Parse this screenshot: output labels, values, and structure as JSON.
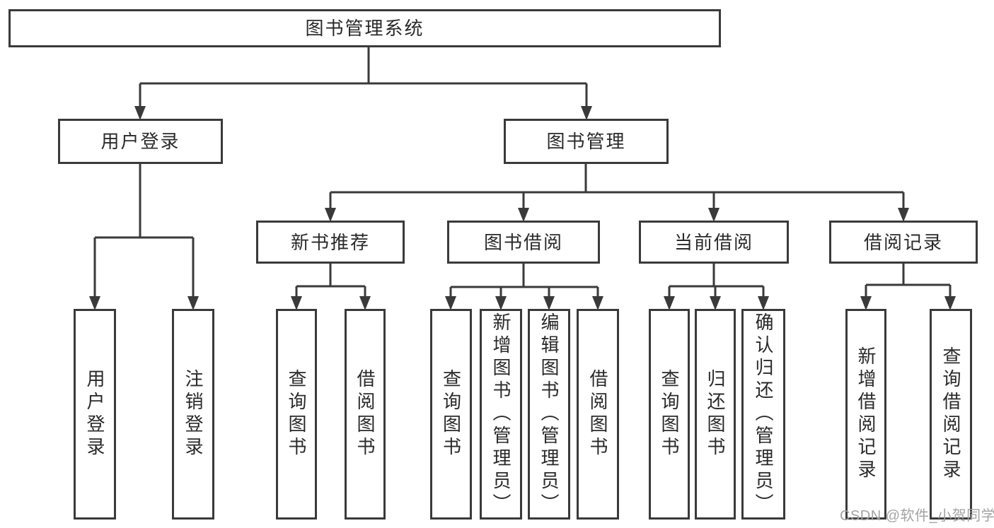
{
  "colors": {
    "line": "#3a3a3a",
    "text": "#2a2a2a",
    "watermark": "#a3a3a3",
    "background": "#ffffff"
  },
  "watermark": {
    "text": "CSDN @软件_小贺同学"
  },
  "diagram": {
    "root": {
      "label": "图书管理系统"
    },
    "branches": [
      {
        "label": "用户登录",
        "children": [
          {
            "label": "用户登录"
          },
          {
            "label": "注销登录"
          }
        ]
      },
      {
        "label": "图书管理",
        "children": [
          {
            "label": "新书推荐",
            "children": [
              {
                "label": "查询图书"
              },
              {
                "label": "借阅图书"
              }
            ]
          },
          {
            "label": "图书借阅",
            "children": [
              {
                "label": "查询图书"
              },
              {
                "label": "新增图书（管理员）"
              },
              {
                "label": "编辑图书（管理员）"
              },
              {
                "label": "借阅图书"
              }
            ]
          },
          {
            "label": "当前借阅",
            "children": [
              {
                "label": "查询图书"
              },
              {
                "label": "归还图书"
              },
              {
                "label": "确认归还（管理员）"
              }
            ]
          },
          {
            "label": "借阅记录",
            "children": [
              {
                "label": "新增借阅记录"
              },
              {
                "label": "查询借阅记录"
              }
            ]
          }
        ]
      }
    ]
  }
}
